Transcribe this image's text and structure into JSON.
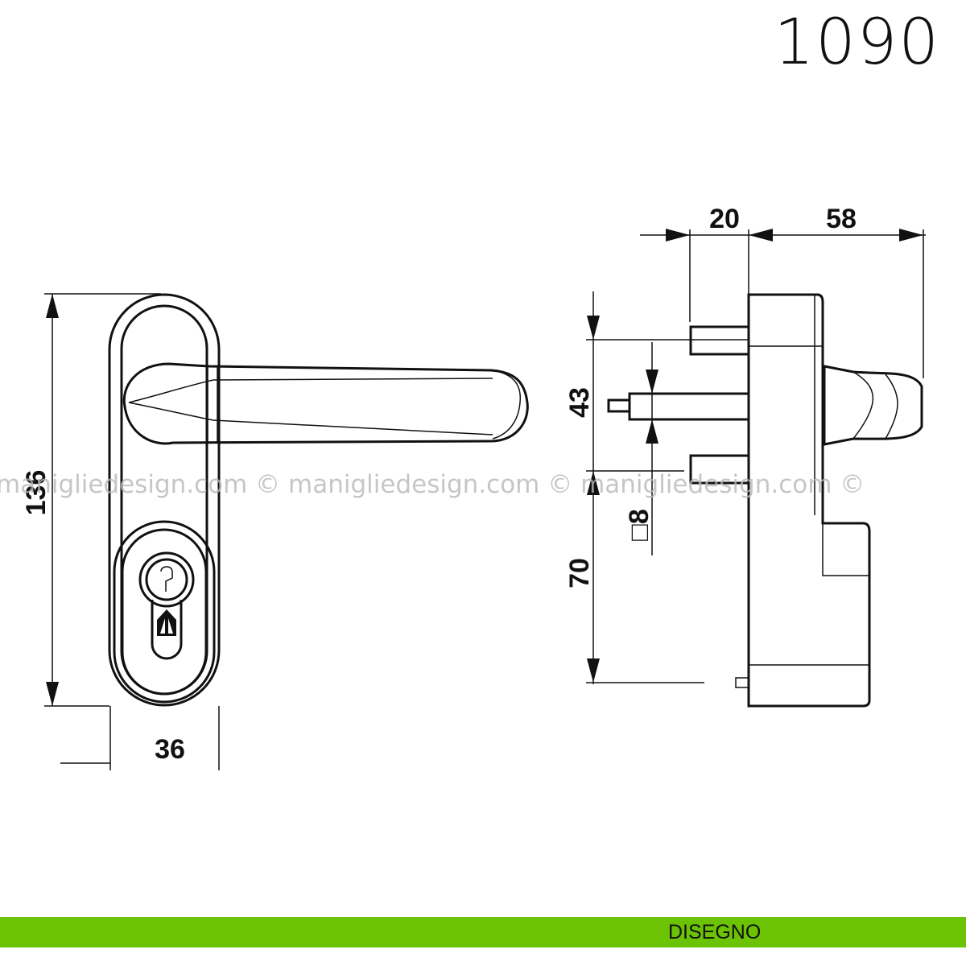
{
  "model_code": "1090",
  "footer": {
    "label": "DISEGNO",
    "color": "#6cc304"
  },
  "watermark": "manigliedesign.com © manigliedesign.com © manigliedesign.com ©",
  "dimensions": {
    "height": "136",
    "width": "36",
    "spindle_offset": "20",
    "lever_projection": "58",
    "upper": "43",
    "lower": "70",
    "square": "□8"
  }
}
